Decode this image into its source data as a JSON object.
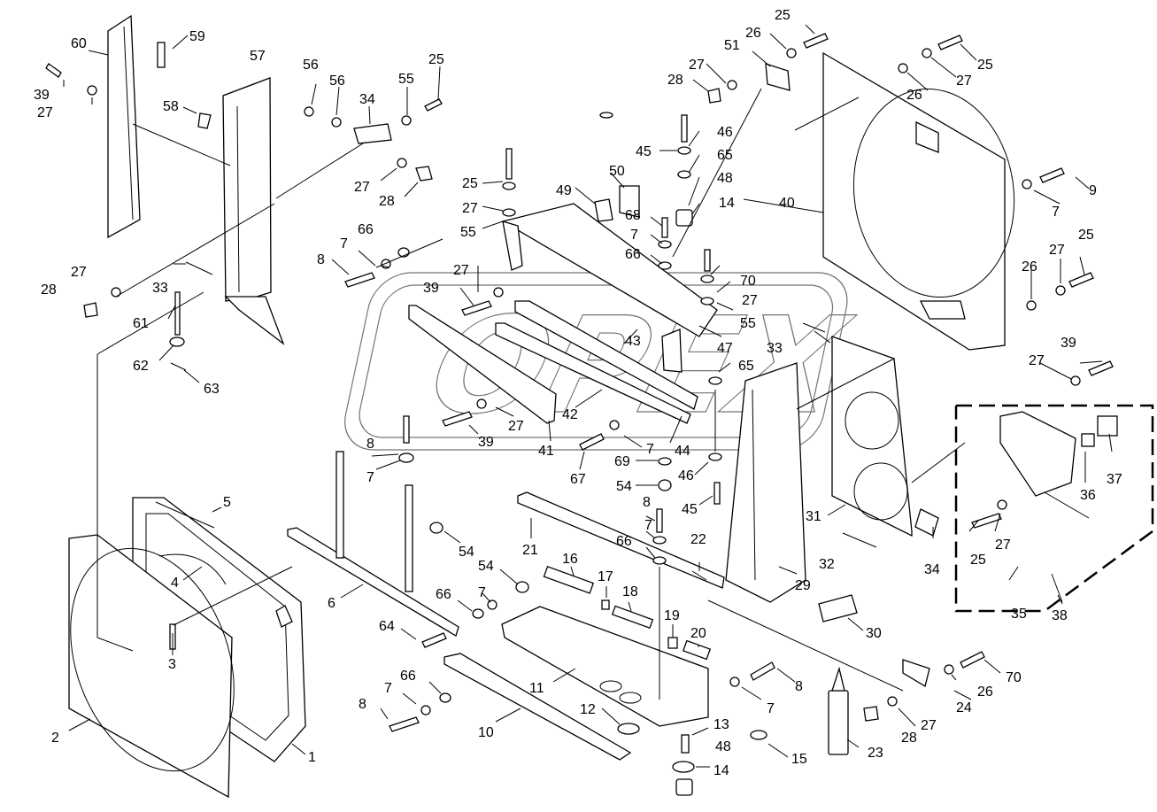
{
  "diagram": {
    "watermark_text": "OPEX",
    "callouts": [
      "1",
      "2",
      "3",
      "4",
      "5",
      "6",
      "7",
      "8",
      "9",
      "10",
      "11",
      "12",
      "13",
      "14",
      "15",
      "16",
      "17",
      "18",
      "19",
      "20",
      "21",
      "22",
      "23",
      "24",
      "25",
      "26",
      "27",
      "28",
      "29",
      "30",
      "31",
      "32",
      "33",
      "34",
      "35",
      "36",
      "37",
      "38",
      "39",
      "40",
      "41",
      "42",
      "43",
      "44",
      "45",
      "46",
      "47",
      "48",
      "49",
      "50",
      "51",
      "54",
      "55",
      "56",
      "57",
      "58",
      "59",
      "60",
      "61",
      "62",
      "63",
      "64",
      "65",
      "66",
      "67",
      "68",
      "69",
      "70"
    ]
  }
}
